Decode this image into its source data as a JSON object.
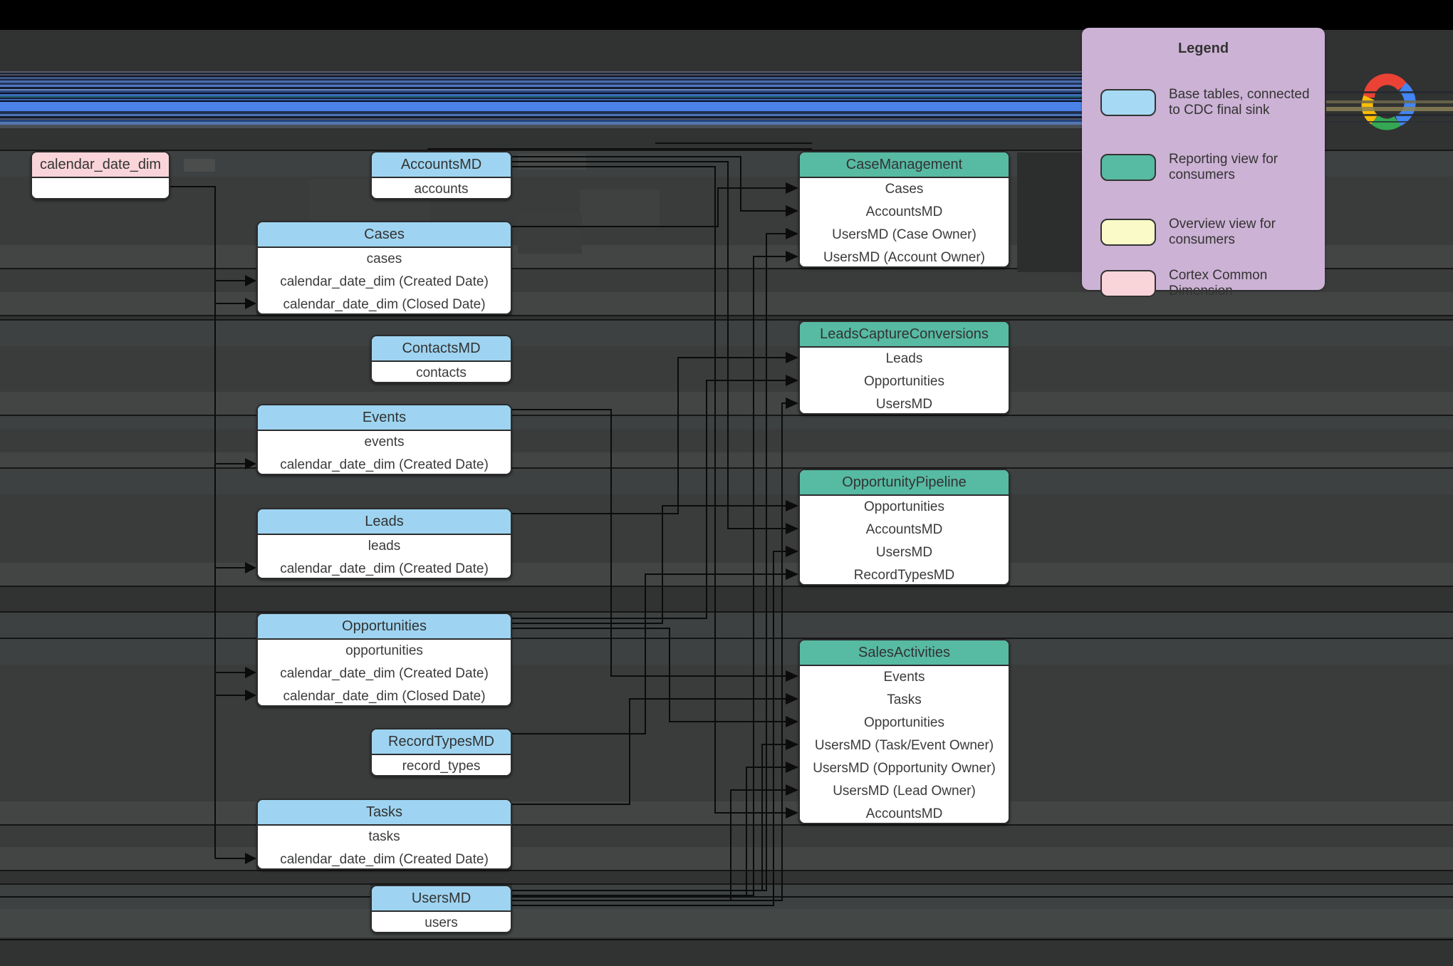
{
  "legend": {
    "title": "Legend",
    "items": [
      {
        "label": "Base tables, connected to CDC final sink",
        "color": "#A6D9F4",
        "kind": "base"
      },
      {
        "label": "Reporting view for consumers",
        "color": "#57BAA3",
        "kind": "view"
      },
      {
        "label": "Overview view for consumers",
        "color": "#FAFAC9",
        "kind": "overview"
      },
      {
        "label": "Cortex Common Dimension",
        "color": "#F9D4D9",
        "kind": "dimension"
      }
    ]
  },
  "logo": {
    "name": "Google Cloud"
  },
  "colors": {
    "base_header": "#9ED4F1",
    "view_header": "#57BAA3",
    "dimension_header": "#F9D4D9",
    "legend_bg": "#CCB2D5",
    "canvas": "#313232",
    "connector": "#0b0b0b"
  },
  "entities": [
    {
      "id": "calendar_date_dim",
      "kind": "dimension",
      "title": "calendar_date_dim",
      "rows": [
        ""
      ]
    },
    {
      "id": "accountsmd",
      "kind": "base",
      "title": "AccountsMD",
      "rows": [
        "accounts"
      ]
    },
    {
      "id": "cases",
      "kind": "base",
      "title": "Cases",
      "rows": [
        "cases",
        "calendar_date_dim (Created Date)",
        "calendar_date_dim (Closed Date)"
      ]
    },
    {
      "id": "contactsmd",
      "kind": "base",
      "title": "ContactsMD",
      "rows": [
        "contacts"
      ]
    },
    {
      "id": "events",
      "kind": "base",
      "title": "Events",
      "rows": [
        "events",
        "calendar_date_dim (Created Date)"
      ]
    },
    {
      "id": "leads",
      "kind": "base",
      "title": "Leads",
      "rows": [
        "leads",
        "calendar_date_dim (Created Date)"
      ]
    },
    {
      "id": "opportunities",
      "kind": "base",
      "title": "Opportunities",
      "rows": [
        "opportunities",
        "calendar_date_dim (Created Date)",
        "calendar_date_dim (Closed Date)"
      ]
    },
    {
      "id": "recordtypesmd",
      "kind": "base",
      "title": "RecordTypesMD",
      "rows": [
        "record_types"
      ]
    },
    {
      "id": "tasks",
      "kind": "base",
      "title": "Tasks",
      "rows": [
        "tasks",
        "calendar_date_dim (Created Date)"
      ]
    },
    {
      "id": "usersmd",
      "kind": "base",
      "title": "UsersMD",
      "rows": [
        "users"
      ]
    },
    {
      "id": "casemanagement",
      "kind": "view",
      "title": "CaseManagement",
      "rows": [
        "Cases",
        "AccountsMD",
        "UsersMD (Case Owner)",
        "UsersMD (Account Owner)"
      ]
    },
    {
      "id": "leadscaptureconversions",
      "kind": "view",
      "title": "LeadsCaptureConversions",
      "rows": [
        "Leads",
        "Opportunities",
        "UsersMD"
      ]
    },
    {
      "id": "opportunitypipeline",
      "kind": "view",
      "title": "OpportunityPipeline",
      "rows": [
        "Opportunities",
        "AccountsMD",
        "UsersMD",
        "RecordTypesMD"
      ]
    },
    {
      "id": "salesactivities",
      "kind": "view",
      "title": "SalesActivities",
      "rows": [
        "Events",
        "Tasks",
        "Opportunities",
        "UsersMD (Task/Event Owner)",
        "UsersMD (Opportunity Owner)",
        "UsersMD (Lead Owner)",
        "AccountsMD"
      ]
    }
  ],
  "relationships": {
    "view_links": [
      {
        "from": "cases",
        "to": "casemanagement",
        "row": 0
      },
      {
        "from": "accountsmd",
        "to": "casemanagement",
        "row": 1
      },
      {
        "from": "usersmd",
        "to": "casemanagement",
        "row": 2
      },
      {
        "from": "usersmd",
        "to": "casemanagement",
        "row": 3
      },
      {
        "from": "leads",
        "to": "leadscaptureconversions",
        "row": 0
      },
      {
        "from": "opportunities",
        "to": "leadscaptureconversions",
        "row": 1
      },
      {
        "from": "usersmd",
        "to": "leadscaptureconversions",
        "row": 2
      },
      {
        "from": "opportunities",
        "to": "opportunitypipeline",
        "row": 0
      },
      {
        "from": "accountsmd",
        "to": "opportunitypipeline",
        "row": 1
      },
      {
        "from": "usersmd",
        "to": "opportunitypipeline",
        "row": 2
      },
      {
        "from": "recordtypesmd",
        "to": "opportunitypipeline",
        "row": 3
      },
      {
        "from": "events",
        "to": "salesactivities",
        "row": 0
      },
      {
        "from": "tasks",
        "to": "salesactivities",
        "row": 1
      },
      {
        "from": "opportunities",
        "to": "salesactivities",
        "row": 2
      },
      {
        "from": "usersmd",
        "to": "salesactivities",
        "row": 3
      },
      {
        "from": "usersmd",
        "to": "salesactivities",
        "row": 4
      },
      {
        "from": "usersmd",
        "to": "salesactivities",
        "row": 5
      },
      {
        "from": "accountsmd",
        "to": "salesactivities",
        "row": 6
      }
    ],
    "calendar_links": [
      {
        "from": "calendar_date_dim",
        "to": "cases",
        "row": 1
      },
      {
        "from": "calendar_date_dim",
        "to": "cases",
        "row": 2
      },
      {
        "from": "calendar_date_dim",
        "to": "events",
        "row": 1
      },
      {
        "from": "calendar_date_dim",
        "to": "leads",
        "row": 1
      },
      {
        "from": "calendar_date_dim",
        "to": "opportunities",
        "row": 1
      },
      {
        "from": "calendar_date_dim",
        "to": "opportunities",
        "row": 2
      },
      {
        "from": "calendar_date_dim",
        "to": "tasks",
        "row": 1
      }
    ]
  }
}
